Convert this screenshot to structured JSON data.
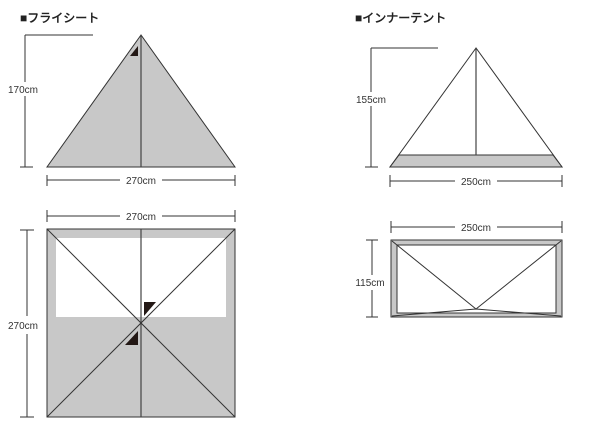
{
  "fly_sheet": {
    "title": "■フライシート",
    "front_height": "170cm",
    "front_width": "270cm",
    "top_width": "270cm",
    "top_depth": "270cm"
  },
  "inner_tent": {
    "title": "■インナーテント",
    "front_height": "155cm",
    "front_width": "250cm",
    "top_width": "250cm",
    "top_depth": "115cm"
  },
  "colors": {
    "fabric": "#c8c8c8",
    "line": "#333333",
    "marker": "#231815"
  }
}
